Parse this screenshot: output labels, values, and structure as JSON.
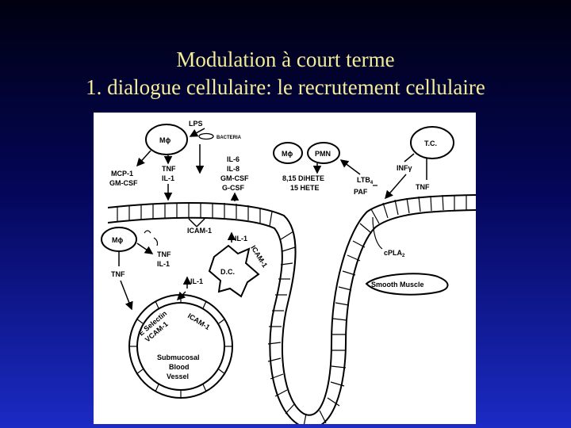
{
  "slide": {
    "title_line1": "Modulation à court terme",
    "title_line2": "1. dialogue cellulaire: le recrutement cellulaire"
  },
  "diagram": {
    "macrophage_top": "Mϕ",
    "lps": "LPS",
    "bacteria": "BACTERIA",
    "mcp1": "MCP-1",
    "gmcsf_left": "GM-CSF",
    "tnf_top": "TNF",
    "il1_top": "IL-1",
    "il6": "IL-6",
    "il8": "IL-8",
    "gmcsf_mid": "GM-CSF",
    "gcsf": "G-CSF",
    "macrophage_right": "Mϕ",
    "pmn": "PMN",
    "dihete": "8,15 DiHETE",
    "hete": "15 HETE",
    "ltb4": "LTB",
    "ltb4_sub": "4",
    "paf": "PAF",
    "tc": "T.C.",
    "infy": "INFγ",
    "tnf_right": "TNF",
    "icam1_top": "ICAM-1",
    "macrophage_left": "Mϕ",
    "tnf_mid": "TNF",
    "il1_mid": "IL-1",
    "tnf_left": "TNF",
    "il1_right": "IL-1",
    "icam1_dc": "ICAM-1",
    "dc": "D.C.",
    "il1_lower": "IL-1",
    "cpla2": "cPLA",
    "cpla2_sub": "2",
    "smooth_muscle": "Smooth Muscle",
    "e_selectin": "E Selectin",
    "vcam1": "VCAM-1",
    "icam1_vessel": "ICAM-1",
    "vessel_line1": "Submucosal",
    "vessel_line2": "Blood",
    "vessel_line3": "Vessel"
  }
}
